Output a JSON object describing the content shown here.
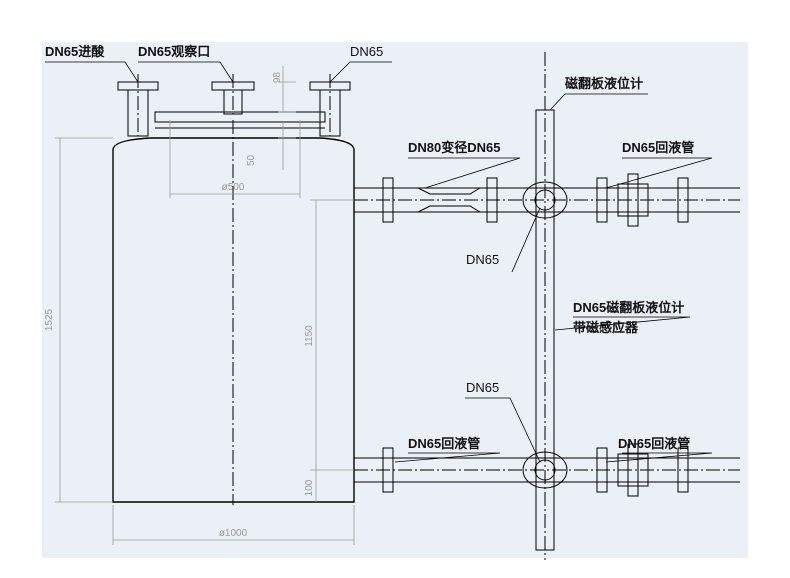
{
  "drawing": {
    "paper_color": "#eaf0f5",
    "labels": {
      "acid_inlet": "DN65进酸",
      "observation_port": "DN65观察口",
      "top_nozzle": "DN65",
      "level_gauge_top": "磁翻板液位计",
      "reducer": "DN80变径DN65",
      "return_top": "DN65回液管",
      "tee_top": "DN65",
      "level_gauge_sensor_line1": "DN65磁翻板液位计",
      "level_gauge_sensor_line2": "带磁感应器",
      "tee_bottom": "DN65",
      "return_bottom_left": "DN65回液管",
      "return_bottom_right": "DN65回液管"
    },
    "dimensions": {
      "nozzle_height": "98",
      "head_offset": "50",
      "flange_span": "ø500",
      "vessel_height": "1525",
      "gauge_height": "1150",
      "bottom_offset": "100",
      "vessel_diameter": "ø1000"
    }
  }
}
